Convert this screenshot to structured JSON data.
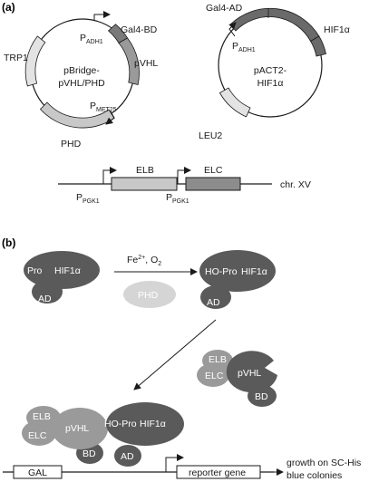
{
  "panel_a": {
    "label": "(a)",
    "plasmid1": {
      "name_line1": "pBridge-",
      "name_line2": "pVHL/PHD",
      "gal4bd": "Gal4-BD",
      "pvhl": "pVHL",
      "trp1": "TRP1",
      "phd": "PHD",
      "p_adh1": "P",
      "p_adh1_sub": "ADH1",
      "p_met25": "P",
      "p_met25_sub": "MET25"
    },
    "plasmid2": {
      "name_line1": "pACT2-",
      "name_line2": "HIF1α",
      "gal4ad": "Gal4-AD",
      "hif": "HIF1α",
      "leu2": "LEU2",
      "p_adh1": "P",
      "p_adh1_sub": "ADH1"
    },
    "chromosome": {
      "elb": "ELB",
      "elc": "ELC",
      "p1": "P",
      "p1_sub": "PGK1",
      "p2": "P",
      "p2_sub": "PGK1",
      "chr": "chr. XV"
    }
  },
  "panel_b": {
    "label": "(b)",
    "reaction": {
      "cofactor_base1": "Fe",
      "cofactor_sup": "2+",
      "cofactor_rest": ", O",
      "cofactor_sub": "2",
      "enzyme": "PHD"
    },
    "substrate": {
      "pro": "Pro",
      "hif": "HIF1α",
      "ad": "AD"
    },
    "product": {
      "hopro": "HO-Pro",
      "hif": "HIF1α",
      "ad": "AD"
    },
    "vhl_complex": {
      "elb": "ELB",
      "elc": "ELC",
      "pvhl": "pVHL",
      "bd": "BD"
    },
    "bound_complex": {
      "elb": "ELB",
      "elc": "ELC",
      "pvhl": "pVHL",
      "hopro": "HO-Pro",
      "hif": "HIF1α",
      "bd": "BD",
      "ad": "AD"
    },
    "reporter": {
      "gal": "GAL",
      "gene": "reporter gene",
      "outcome_line1": "growth on SC-His",
      "outcome_line2": "blue colonies"
    }
  }
}
